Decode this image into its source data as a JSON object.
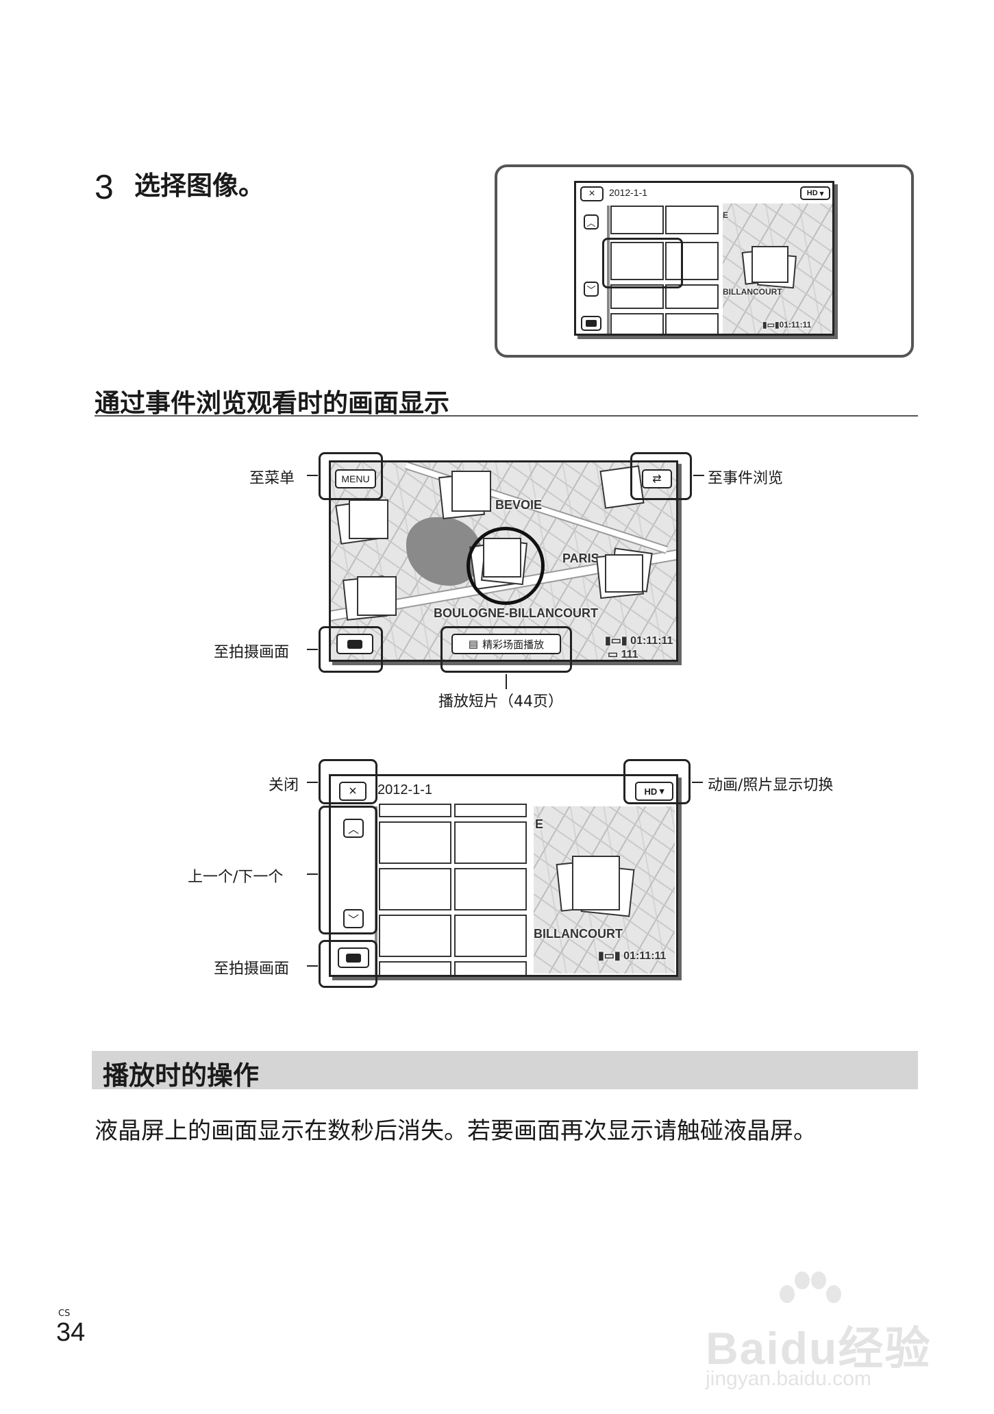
{
  "step": {
    "number": "3",
    "text": "选择图像。"
  },
  "screen_small": {
    "date": "2012-1-1",
    "close": "×",
    "hd": "HD",
    "time": "01:11:11",
    "label_e": "E",
    "label_bill": "BILLANCOURT"
  },
  "section1": {
    "title": "通过事件浏览观看时的画面显示"
  },
  "screen_event": {
    "menu": "MENU",
    "map_labels": {
      "bevoie": "BEVOIE",
      "paris": "PARIS",
      "boulogne": "BOULOGNE-BILLANCOURT"
    },
    "highlight_btn": "精彩场面播放",
    "time": "01:11:11",
    "count": "111"
  },
  "callouts_event": {
    "menu": "至菜单",
    "event_view": "至事件浏览",
    "to_shoot": "至拍摄画面",
    "play_short": "播放短片（44页）"
  },
  "screen_index": {
    "close": "×",
    "date": "2012-1-1",
    "hd": "HD",
    "time": "01:11:11",
    "label_e": "E",
    "label_bill": "BILLANCOURT"
  },
  "callouts_index": {
    "close": "关闭",
    "switch": "动画/照片显示切换",
    "prev_next": "上一个/下一个",
    "to_shoot": "至拍摄画面"
  },
  "section2": {
    "title": "播放时的操作",
    "body": "液晶屏上的画面显示在数秒后消失。若要画面再次显示请触碰液晶屏。"
  },
  "page": {
    "lang": "CS",
    "number": "34"
  },
  "watermark": {
    "brand": "Bai",
    "brand2": "du",
    "jingyan": "经验",
    "url": "jingyan.baidu.com"
  }
}
